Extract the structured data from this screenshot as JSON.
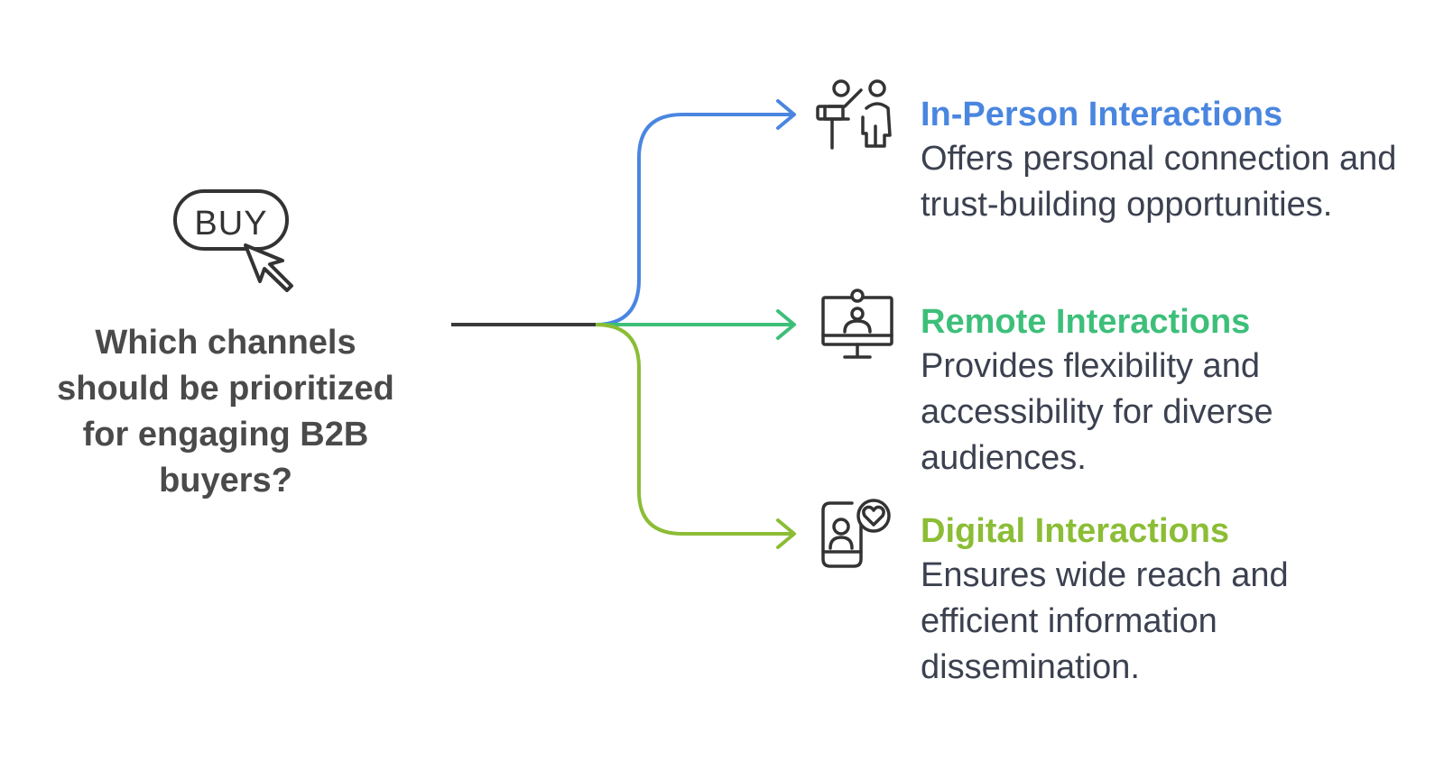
{
  "question": "Which channels should be prioritized for engaging B2B buyers?",
  "root_icon": {
    "name": "buy-button-cursor-icon",
    "text": "BUY"
  },
  "branches": [
    {
      "title": "In-Person Interactions",
      "description": "Offers personal connection and trust-building opportunities.",
      "color": "#4a86e0",
      "icon": "in-person-presentation-icon"
    },
    {
      "title": "Remote Interactions",
      "description": "Provides flexibility and accessibility for diverse audiences.",
      "color": "#3dbf7a",
      "icon": "video-call-monitor-icon"
    },
    {
      "title": "Digital Interactions",
      "description": "Ensures wide reach and efficient information dissemination.",
      "color": "#8bbd35",
      "icon": "mobile-heart-icon"
    }
  ],
  "colors": {
    "trunk": "#3a3a3a",
    "icon_stroke": "#333333",
    "question_text": "#4a4a4a",
    "description_text": "#3c4150"
  }
}
